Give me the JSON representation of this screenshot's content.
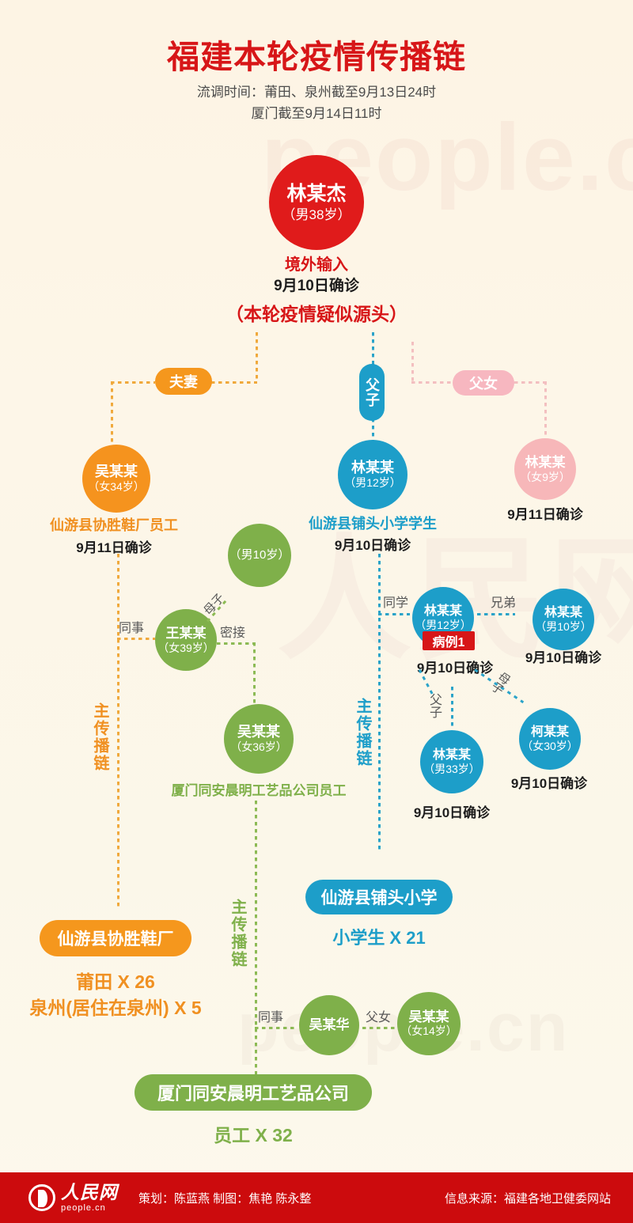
{
  "header": {
    "title": "福建本轮疫情传播链",
    "subtitle_line1": "流调时间：莆田、泉州截至9月13日24时",
    "subtitle_line2": "厦门截至9月14日11时"
  },
  "watermarks": {
    "people_cn": "people.cn",
    "people_cn_2": "people.cn",
    "ren": "人民网"
  },
  "source_node": {
    "name": "林某杰",
    "age": "（男38岁）",
    "origin": "境外输入",
    "confirm": "9月10日确诊",
    "note": "（本轮疫情疑似源头）"
  },
  "relations": {
    "spouse": "夫妻",
    "father_son": "父子",
    "father_daughter": "父女",
    "mother_son": "母子",
    "colleague": "同事",
    "close_contact": "密接",
    "classmate": "同学",
    "brothers": "兄弟",
    "father_son_2": "父子",
    "mother_son_2": "母子",
    "colleague_2": "同事",
    "father_daughter_2": "父女"
  },
  "chain_labels": {
    "orange": "主传播链",
    "blue": "主传播链",
    "green": "主传播链"
  },
  "nodes": {
    "wu_34": {
      "name": "吴某某",
      "age": "（女34岁）",
      "role": "仙游县协胜鞋厂员工",
      "confirm": "9月11日确诊"
    },
    "lin_12_mid": {
      "name": "林某某",
      "age": "（男12岁）",
      "role": "仙游县铺头小学学生",
      "confirm": "9月10日确诊"
    },
    "lin_9": {
      "name": "林某某",
      "age": "（女9岁）",
      "confirm": "9月11日确诊"
    },
    "boy_10_green": {
      "age": "（男10岁）"
    },
    "wang_39": {
      "name": "王某某",
      "age": "（女39岁）"
    },
    "wu_36": {
      "name": "吴某某",
      "age": "（女36岁）",
      "role": "厦门同安晨明工艺品公司员工"
    },
    "lin_12_blue": {
      "name": "林某某",
      "age": "（男12岁）",
      "badge": "病例1",
      "confirm": "9月10日确诊"
    },
    "lin_10_blue": {
      "name": "林某某",
      "age": "（男10岁）",
      "confirm": "9月10日确诊"
    },
    "lin_33": {
      "name": "林某某",
      "age": "（男33岁）",
      "confirm": "9月10日确诊"
    },
    "ke_30": {
      "name": "柯某某",
      "age": "（女30岁）",
      "confirm": "9月10日确诊"
    },
    "wu_muhua": {
      "name": "吴某华"
    },
    "wu_14": {
      "name": "吴某某",
      "age": "（女14岁）"
    }
  },
  "clusters": {
    "shoe_factory": {
      "pill": "仙游县协胜鞋厂",
      "line1": "莆田 X 26",
      "line2": "泉州(居住在泉州) X 5"
    },
    "primary_school": {
      "pill": "仙游县铺头小学",
      "line1": "小学生 X 21"
    },
    "craft_company": {
      "pill": "厦门同安晨明工艺品公司",
      "line1": "员工 X 32"
    }
  },
  "footer": {
    "logo_cn": "人民网",
    "logo_en": "people.cn",
    "credit": "策划：陈蓝燕    制图：焦艳 陈永整",
    "source": "信息来源：福建各地卫健委网站"
  },
  "colors": {
    "red": "#d71618",
    "orange": "#f5931e",
    "blue": "#1d9ec9",
    "pink": "#f7b7b9",
    "green": "#7fb04a",
    "bg": "#fdf6e8"
  }
}
